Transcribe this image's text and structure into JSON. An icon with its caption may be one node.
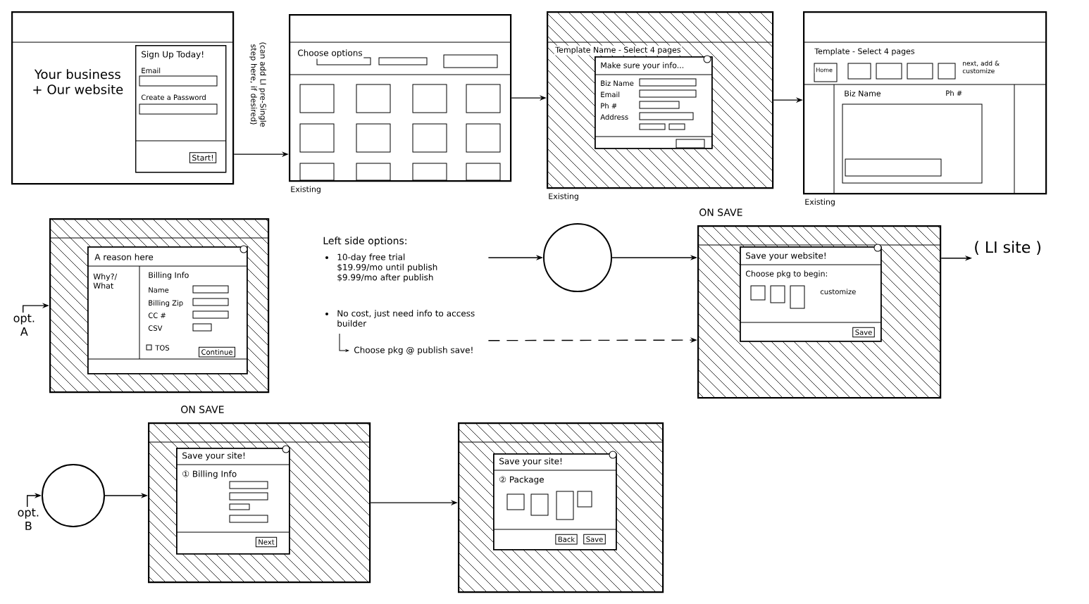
{
  "diagram": {
    "nodes": [
      {
        "text": [
          "Your business + Our website"
        ]
      },
      {
        "text": [
          "Sign Up Today!",
          "Email",
          "Create a Password",
          "Start!"
        ],
        "in": 0
      },
      {
        "text": [
          "Choose options"
        ],
        "beside": [
          "Existing"
        ]
      },
      {
        "text": [
          "Template Name - Select 4 pages"
        ],
        "beside": [
          "Existing"
        ]
      },
      {
        "text": [
          "Make sure your info...",
          "Biz Name",
          "Email",
          "Ph #",
          "Address"
        ],
        "in": 3
      },
      {
        "text": [
          "Template - Select 4 pages",
          "Home",
          "next, add & customize",
          "Biz Name",
          "Ph #"
        ],
        "beside": [
          "Existing"
        ]
      },
      {
        "text": [
          "opt. A"
        ]
      },
      {
        "text": [],
        "shape": "box"
      },
      {
        "text": [
          "A reason here",
          "Why?/ What",
          "Billing Info",
          "Name",
          "Billing Zip",
          "CC #",
          "CSV",
          "TOS",
          "Continue"
        ],
        "in": 7
      },
      {
        "text": [
          "Left side options:",
          "10-day free trial $19.99/mo until publish $9.99/mo after publish",
          "No cost, just need info to access builder",
          "Choose pkg @ publish save!"
        ]
      },
      {
        "text": [],
        "shape": "circle"
      },
      {
        "text": [
          "ON SAVE"
        ]
      },
      {
        "text": [
          "Save your website!",
          "Choose pkg to begin:",
          "customize",
          "Save"
        ],
        "in": 11
      },
      {
        "text": [
          "( LI site )"
        ]
      },
      {
        "text": [
          "opt. B"
        ]
      },
      {
        "text": [],
        "shape": "circle"
      },
      {
        "text": [
          "ON SAVE"
        ]
      },
      {
        "text": [
          "Save your site!",
          "① Billing Info",
          "Next"
        ],
        "in": 16
      },
      {
        "text": [],
        "shape": "box"
      },
      {
        "text": [
          "Save your site!",
          "② Package",
          "Back",
          "Save"
        ],
        "in": 18
      }
    ],
    "edges": [
      {
        "from": 0,
        "to": 2,
        "arrow": "to",
        "label": "(can add LI pre-Single step here, if desired)"
      },
      {
        "from": 2,
        "to": 3,
        "arrow": "to"
      },
      {
        "from": 3,
        "to": 5,
        "arrow": "to"
      },
      {
        "from": 6,
        "to": 7,
        "arrow": "to"
      },
      {
        "from": 9,
        "to": 10,
        "arrow": "to"
      },
      {
        "from": 10,
        "to": 11,
        "arrow": "to"
      },
      {
        "from": 9,
        "to": 11,
        "arrow": "to",
        "style": "dashed"
      },
      {
        "from": 11,
        "to": 13,
        "arrow": "to"
      },
      {
        "from": 14,
        "to": 15,
        "arrow": "to"
      },
      {
        "from": 15,
        "to": 16,
        "arrow": "to"
      },
      {
        "from": 16,
        "to": 18,
        "arrow": "to"
      }
    ]
  }
}
